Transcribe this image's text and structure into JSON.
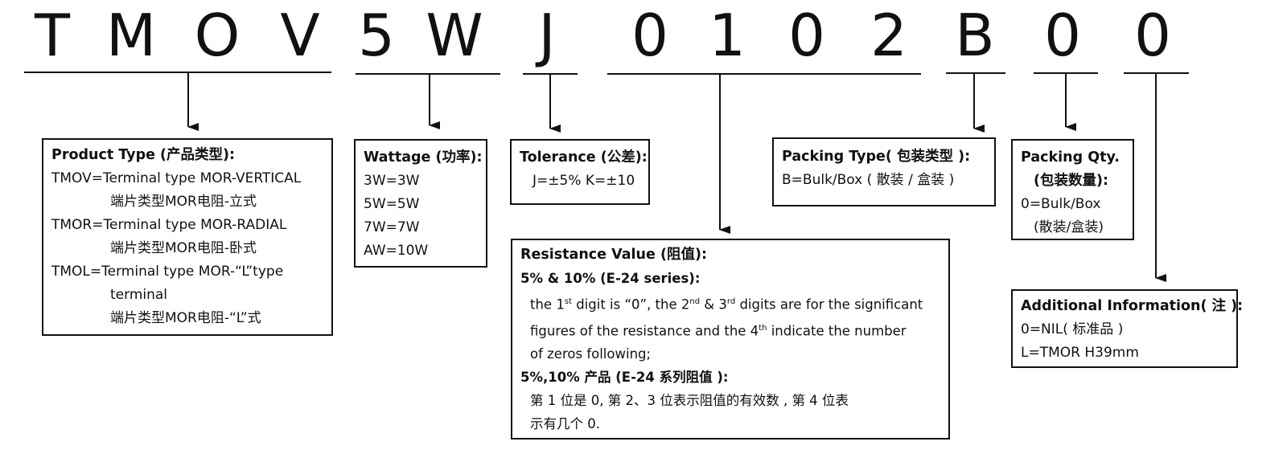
{
  "code_chars": [
    "T",
    "M",
    "O",
    "V",
    "5",
    "W",
    "J",
    "0",
    "1",
    "0",
    "2",
    "B",
    "0",
    "0"
  ],
  "product_type": {
    "title": "Product Type (产品类型):",
    "rows": [
      {
        "code": "TMOV=",
        "text": " Terminal  type  MOR-VERTICAL",
        "cn": "端片类型MOR电阻-立式"
      },
      {
        "code": "TMOR=",
        "text": " Terminal  type  MOR-RADIAL",
        "cn": "端片类型MOR电阻-卧式"
      },
      {
        "code": "TMOL=",
        "text": " Terminal  type  MOR-“L”type",
        "cont": "terminal",
        "cn": "端片类型MOR电阻-“L”式"
      }
    ]
  },
  "wattage": {
    "title": "Wattage (功率):",
    "items": [
      "3W=3W",
      "5W=5W",
      "7W=7W",
      "AW=10W"
    ]
  },
  "tolerance": {
    "title": "Tolerance (公差):",
    "text": "J=±5%   K=±10"
  },
  "resistance": {
    "title": "Resistance Value (阻值):",
    "sub_en": "5% & 10% (E-24 series):",
    "line1_a": "the 1",
    "line1_sup1": "st",
    "line1_b": " digit is “0”, the 2",
    "line1_sup2": "nd",
    "line1_c": " & 3",
    "line1_sup3": "rd",
    "line1_d": " digits are for the significant",
    "line2_a": "figures of the resistance and the 4",
    "line2_sup": "th",
    "line2_b": " indicate the number",
    "line3": "of zeros following;",
    "sub_cn": "5%,10% 产品 (E-24 系列阻值 ):",
    "cn_line1": "第 1 位是 0, 第 2、3 位表示阻值的有效数 , 第 4 位表",
    "cn_line2": "示有几个 0."
  },
  "packing_type": {
    "title": "Packing Type( 包装类型 ):",
    "text": "B=Bulk/Box ( 散装 / 盒装 )"
  },
  "packing_qty": {
    "title": "Packing Qty.",
    "title_cn": "(包装数量):",
    "text": "0=Bulk/Box",
    "text_cn": "(散装/盒装)"
  },
  "additional": {
    "title": "Additional Information( 注 ):",
    "line1": "0=NIL( 标准品 )",
    "line2": "L=TMOR H39mm"
  }
}
